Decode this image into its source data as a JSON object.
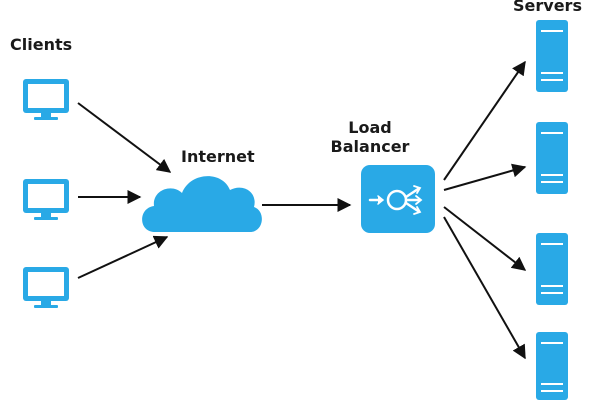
{
  "labels": {
    "clients": "Clients",
    "internet": "Internet",
    "load_balancer_line1": "Load",
    "load_balancer_line2": "Balancer",
    "servers": "Servers"
  },
  "nodes": {
    "clients": [
      "computer-icon",
      "computer-icon",
      "computer-icon"
    ],
    "internet": "cloud-icon",
    "load_balancer": "load-balancer-icon",
    "servers": [
      "server-icon",
      "server-icon",
      "server-icon",
      "server-icon"
    ]
  },
  "colors": {
    "accent": "#29a9e6",
    "arrow": "#111111",
    "text": "#1a1a1a"
  }
}
